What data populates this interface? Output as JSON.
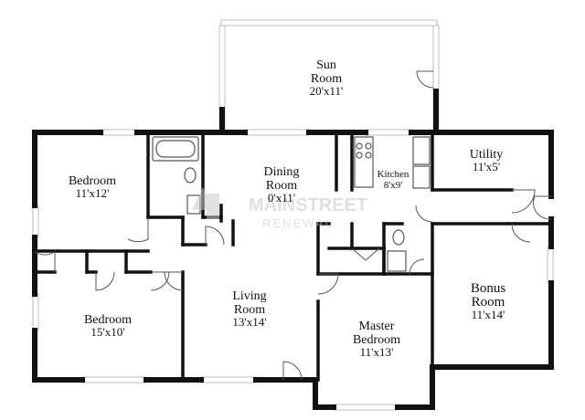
{
  "colors": {
    "wall": "#111111",
    "thin_line": "#555555",
    "window": "#bdbdbd",
    "watermark": "#c8c8c8"
  },
  "watermark": {
    "line1": "MAINSTREET",
    "line2": "RENEWAL"
  },
  "rooms": [
    {
      "id": "sun-room",
      "name_lines": [
        "Sun",
        "Room"
      ],
      "dims": "20'x11'"
    },
    {
      "id": "bedroom-upper-left",
      "name_lines": [
        "Bedroom"
      ],
      "dims": "11'x12'"
    },
    {
      "id": "dining-room",
      "name_lines": [
        "Dining",
        "Room"
      ],
      "dims": "0'x11'"
    },
    {
      "id": "kitchen",
      "name_lines": [
        "Kitchen"
      ],
      "dims": "8'x9'"
    },
    {
      "id": "utility",
      "name_lines": [
        "Utility"
      ],
      "dims": "11'x5'"
    },
    {
      "id": "bonus-room",
      "name_lines": [
        "Bonus",
        "Room"
      ],
      "dims": "11'x14'"
    },
    {
      "id": "bedroom-lower-left",
      "name_lines": [
        "Bedroom"
      ],
      "dims": "15'x10'"
    },
    {
      "id": "living-room",
      "name_lines": [
        "Living",
        "Room"
      ],
      "dims": "13'x14'"
    },
    {
      "id": "master-bedroom",
      "name_lines": [
        "Master",
        "Bedroom"
      ],
      "dims": "11'x13'"
    }
  ]
}
